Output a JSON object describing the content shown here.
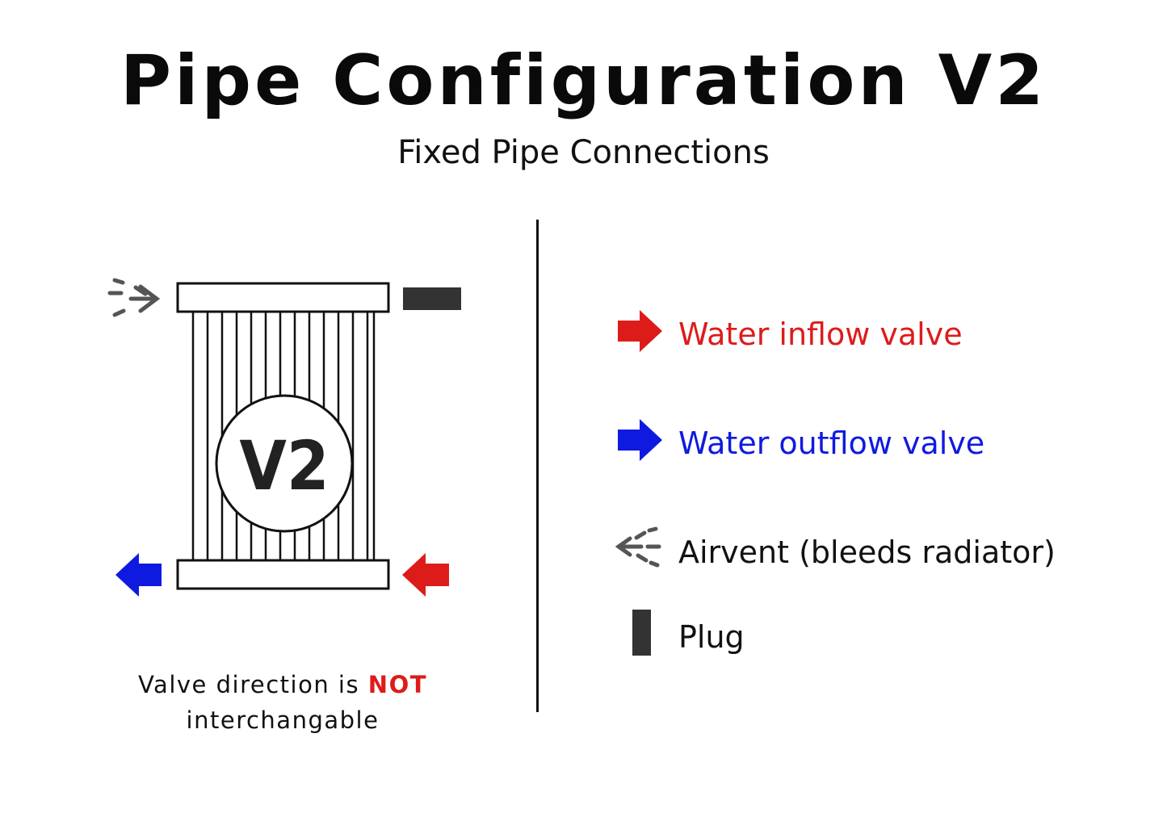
{
  "title": "Pipe Configuration V2",
  "subtitle": "Fixed Pipe Connections",
  "radiator": {
    "badge": "V2"
  },
  "caption": {
    "line1_prefix": "Valve direction is ",
    "line1_emphasis": "NOT",
    "line2": "interchangable"
  },
  "legend": {
    "inflow": {
      "label": "Water inflow valve",
      "icon": "red-arrow-icon",
      "color": "#dd1c1a"
    },
    "outflow": {
      "label": "Water outflow valve",
      "icon": "blue-arrow-icon",
      "color": "#0f1ae0"
    },
    "airvent": {
      "label": "Airvent (bleeds radiator)",
      "icon": "airvent-icon",
      "color": "#111111"
    },
    "plug": {
      "label": "Plug",
      "icon": "plug-icon",
      "color": "#111111"
    }
  },
  "colors": {
    "inflow": "#dd1c1a",
    "outflow": "#0f1ae0",
    "plug": "#333333",
    "airvent": "#555555",
    "line": "#111111"
  }
}
